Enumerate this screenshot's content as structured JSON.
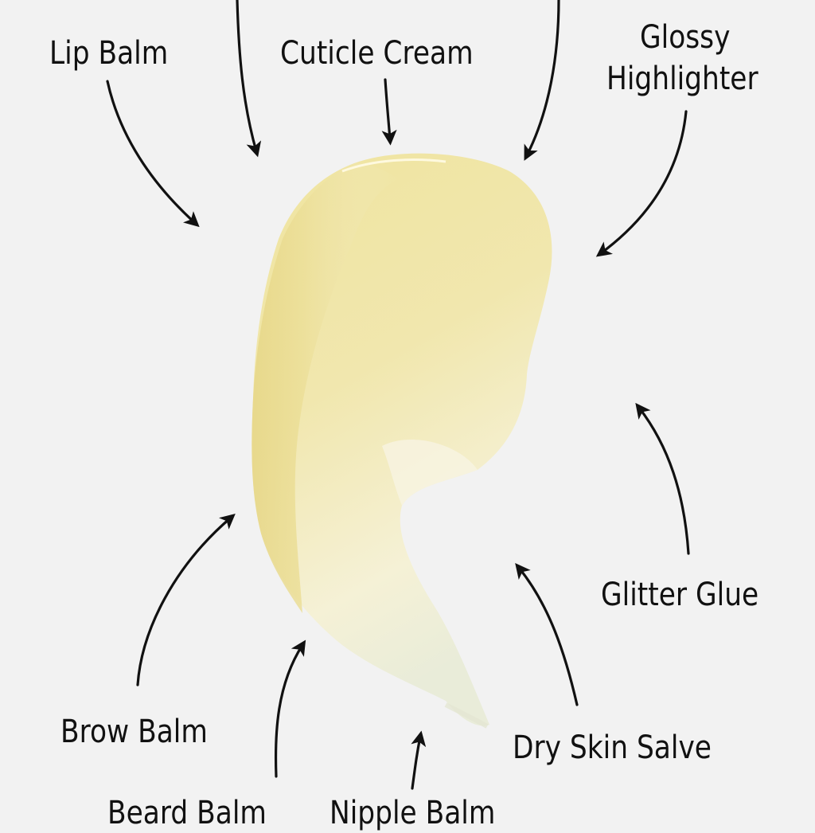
{
  "canvas": {
    "background": "#f2f2f2",
    "ink": "#111111",
    "swatch_main": "#f0e7a8",
    "swatch_light": "#f6f2d8",
    "swatch_shadow": "#e2d48a"
  },
  "subject": {
    "description": "balm swatch"
  },
  "labels": {
    "lip_balm": "Lip Balm",
    "cuticle_cream": "Cuticle Cream",
    "glossy_highlighter_line1": "Glossy",
    "glossy_highlighter_line2": "Highlighter",
    "glitter_glue": "Glitter Glue",
    "dry_skin_salve": "Dry Skin Salve",
    "brow_balm": "Brow Balm",
    "beard_balm": "Beard Balm",
    "nipple_balm": "Nipple Balm"
  }
}
